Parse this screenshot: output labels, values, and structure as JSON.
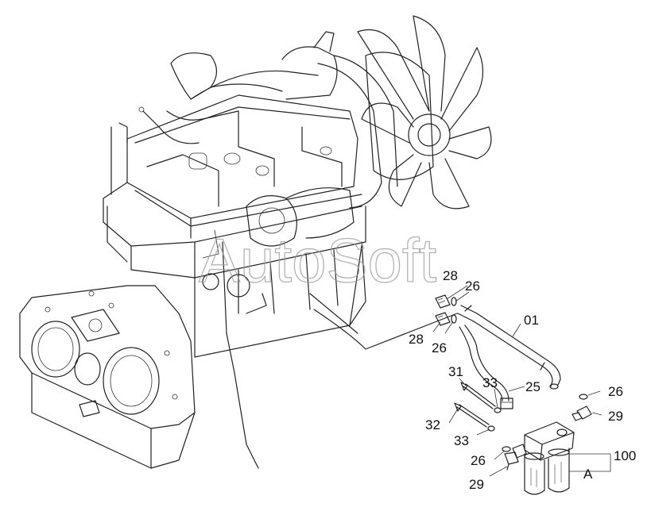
{
  "watermark": "AutoSoft",
  "labels": {
    "l28a": "28",
    "l26a": "26",
    "l28b": "28",
    "l26b": "26",
    "l01": "01",
    "l31": "31",
    "l33a": "33",
    "l25": "25",
    "l26c": "26",
    "l29a": "29",
    "l32": "32",
    "l33b": "33",
    "l26d": "26",
    "l100": "100",
    "lA": "A",
    "l29b": "29"
  }
}
